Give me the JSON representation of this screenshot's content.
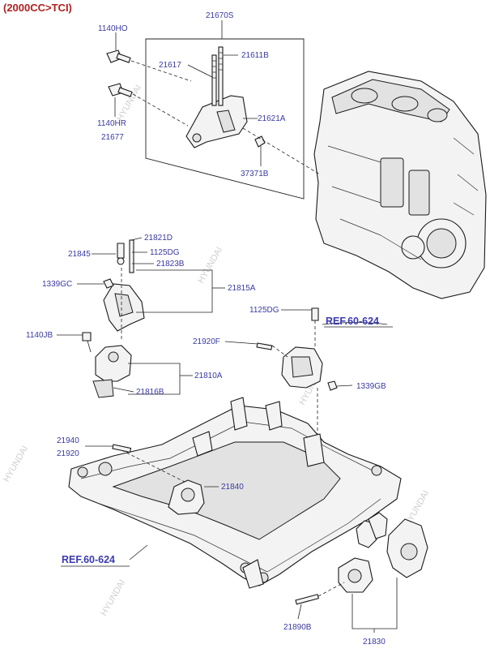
{
  "diagram": {
    "variant_label": "(2000CC>TCI)",
    "watermark_text": "HYUNDAI",
    "references": [
      {
        "id": "ref-upper",
        "text": "REF.60-624"
      },
      {
        "id": "ref-lower",
        "text": "REF.60-624"
      }
    ],
    "parts": {
      "p21670S": "21670S",
      "p1140HO": "1140HO",
      "p21617": "21617",
      "p21611B": "21611B",
      "p21621A": "21621A",
      "p1140HR": "1140HR",
      "p21677": "21677",
      "p37371B": "37371B",
      "p21821D": "21821D",
      "p21845": "21845",
      "p1125DG_a": "1125DG",
      "p21823B": "21823B",
      "p1339GC": "1339GC",
      "p21815A": "21815A",
      "p1125DG_b": "1125DG",
      "p1140JB": "1140JB",
      "p21920F": "21920F",
      "p21810A": "21810A",
      "p21816B": "21816B",
      "p1339GB": "1339GB",
      "p21940": "21940",
      "p21920": "21920",
      "p21840": "21840",
      "p21890B": "21890B",
      "p21830": "21830"
    }
  }
}
